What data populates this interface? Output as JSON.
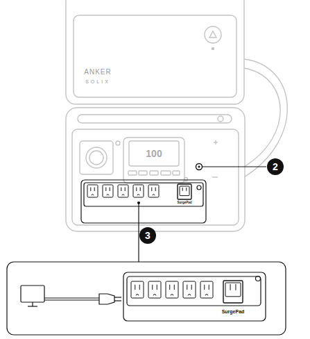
{
  "diagram": {
    "labels": [
      "ANKER",
      "SOLIX",
      "100",
      "2",
      "3",
      "SurgePad",
      "SurgePad"
    ]
  }
}
